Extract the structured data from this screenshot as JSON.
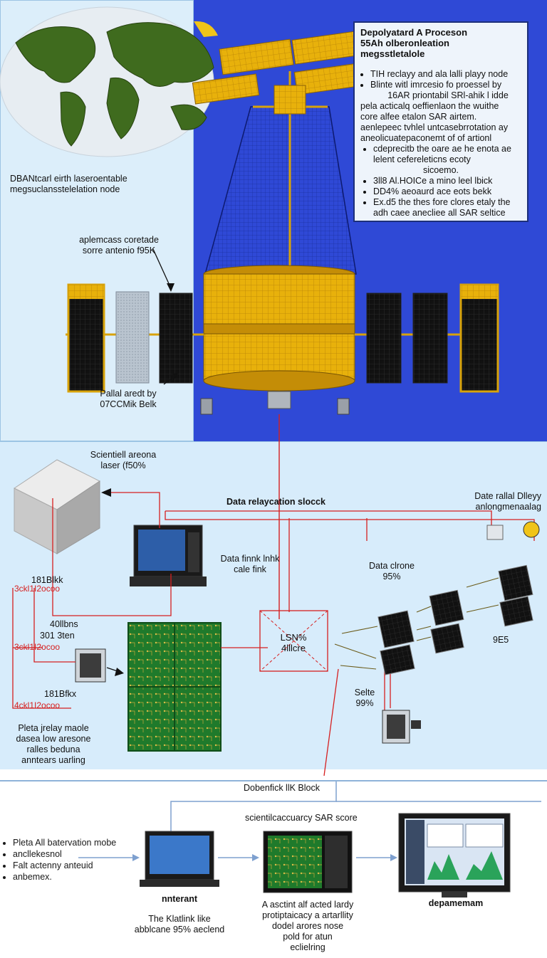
{
  "callout_box": {
    "title": [
      "Depolyatard A Proceson",
      "55Ah olberonleation",
      "megsstletalole"
    ],
    "items": [
      "TIH reclayy and ala lalli playy node",
      "Blinte witl imrcesio fo proessel by",
      "16AR priontabil SRl-ahik l idde"
    ],
    "paragraph": [
      "pela acticalq oeffienlaon the wuithe",
      "core alfee etalon SAR airtem.",
      "aenlepeec tvhlel untcasebrrotation ay",
      "aneolicuatepaconemt of of artionl"
    ],
    "sub_items": [
      "cdeprecitb the oare ae he enota ae lelent cefereleticns ecoty",
      "sicoemo.",
      "3ll8 Al.HOICe a mino leel lbick",
      "DD4% aeoaurd ace eots bekk",
      "Ex.d5 the thes fore clores etaly the adh caee anecliee all SAR seltice"
    ]
  },
  "map_caption": [
    "DBANtcarl eirth laseroentable",
    "megsuclansstelelation node"
  ],
  "antenna_label": [
    "aplemcass coretade",
    "sorre antenio f95K"
  ],
  "panel_label": [
    "Pallal aredt by",
    "07CCMik Belk"
  ],
  "sci_label": [
    "Scientiell areona",
    "laser (f50%"
  ],
  "relay_title": "Data relaycation slocck",
  "relay_right": [
    "Date rallal Dlleyy",
    "anlongmenaalag"
  ],
  "link_label": [
    "Data finnk lnhk",
    "cale fink"
  ],
  "clone_label": [
    "Data clrone",
    "95%"
  ],
  "center_box": [
    "LSN%",
    "4lllcre"
  ],
  "right_value": "9E5",
  "site_label": [
    "Selte",
    "99%"
  ],
  "left_counts": [
    "181Blkk",
    "40llbns",
    "301 3ten",
    "181Bfkx"
  ],
  "red_labels": [
    "3ckl1I2ocoo",
    "3ckl1I2ocoo",
    "4ckl1I2ocoo"
  ],
  "mid_bullet": [
    "Pleta jrelay maole",
    "dasea low aresone",
    "ralles beduna",
    "anntears uarling"
  ],
  "dobenfick_label": "Dobenfick llK Block",
  "score_label": "scientilcaccuarcy SAR score",
  "bottom_bullets": [
    "Pleta All batervation mobe",
    "ancllekesnol",
    "Falt actenny anteuid",
    "anbemex."
  ],
  "terminal_label": "nnterant",
  "terminal_caption": [
    "The Klatlink like",
    "abblcane 95% aeclend"
  ],
  "middle_caption": [
    "A asctint alf acted lardy",
    "protiptaicacy a artarllity",
    "dodel arores nose",
    "pold for atun",
    "eclielring"
  ],
  "right_caption": "depamemam",
  "colors": {
    "panel_blue": "#2f49d6",
    "sky": "#d7ecfb",
    "gold": "#e8b10b",
    "red_line": "#d62020"
  }
}
